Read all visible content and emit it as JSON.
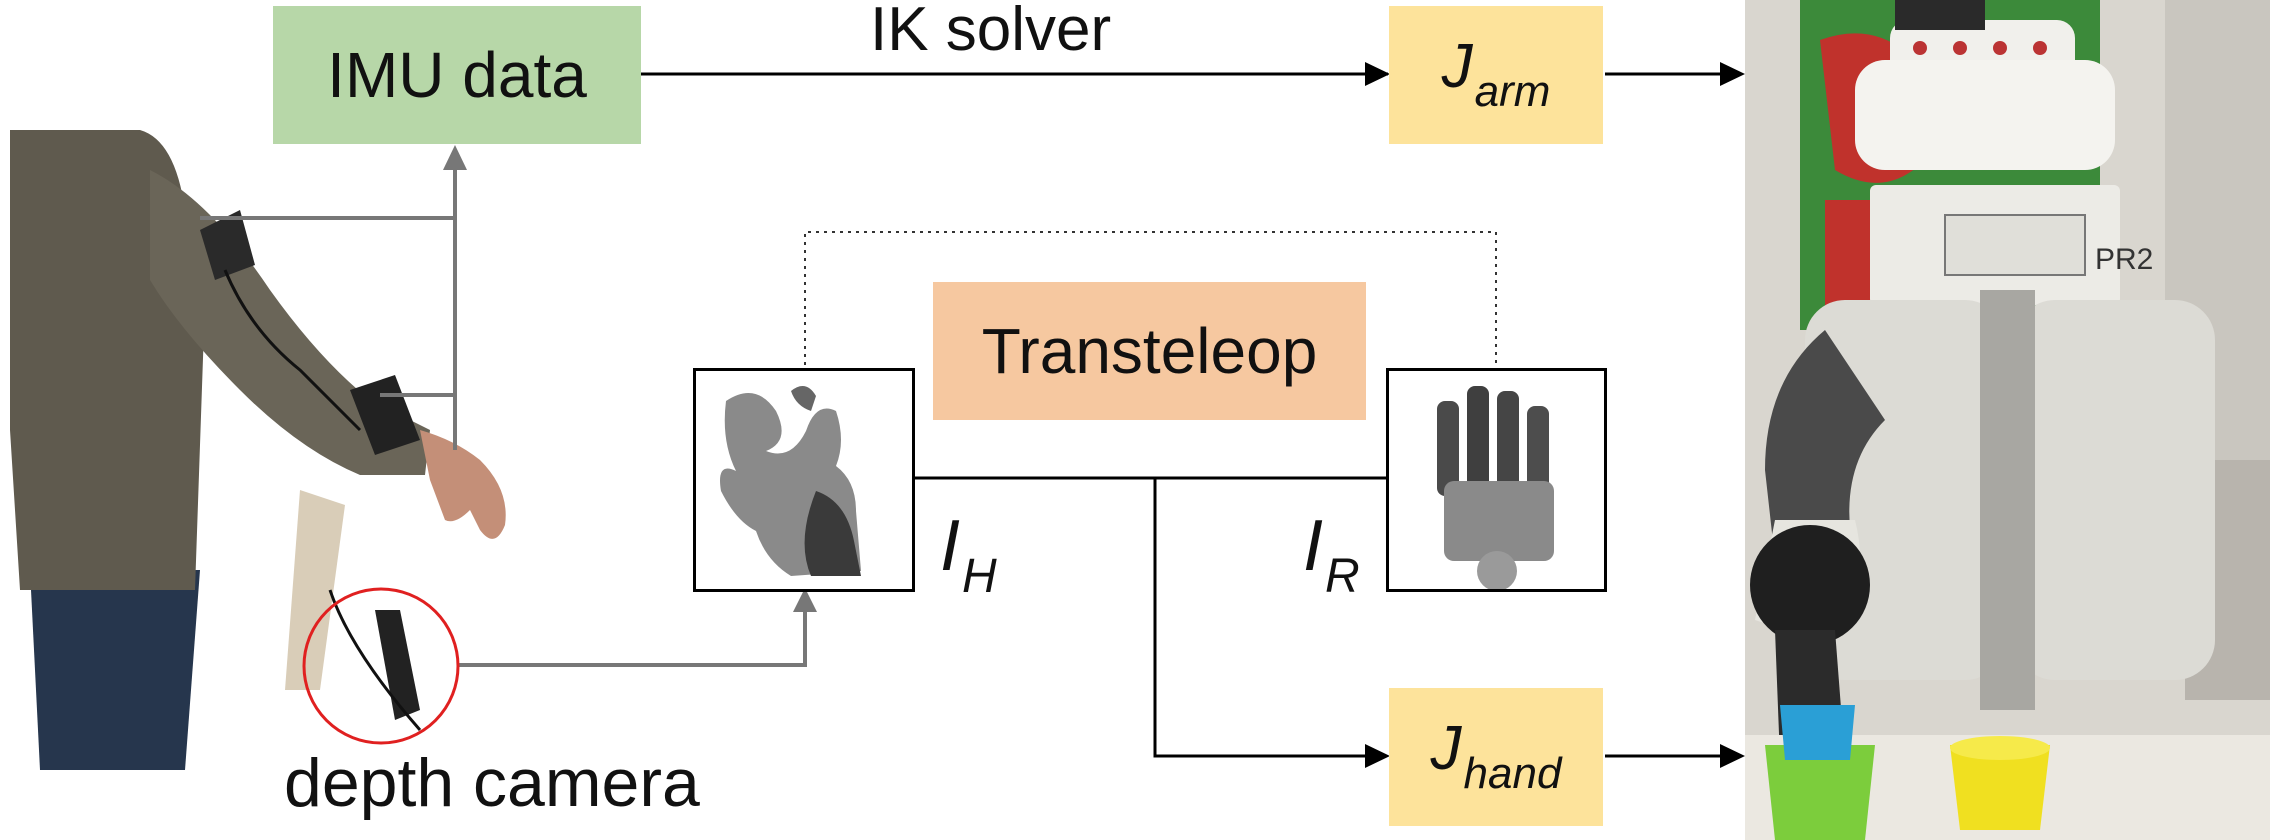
{
  "nodes": {
    "imu": "IMU data",
    "transteleop": "Transteleop",
    "j_arm": {
      "base": "J",
      "sub": "arm"
    },
    "j_hand": {
      "base": "J",
      "sub": "hand"
    },
    "i_h": {
      "base": "I",
      "sub": "H"
    },
    "i_r": {
      "base": "I",
      "sub": "R"
    }
  },
  "edge_labels": {
    "ik": "IK solver",
    "depth": "depth camera"
  },
  "robot_label": "PR2",
  "colors": {
    "green_box": "#b7d7a8",
    "orange_box": "#f6c8a0",
    "yellow_box": "#fde39b",
    "camera_circle": "#e02020",
    "arrow_gray": "#777777"
  }
}
